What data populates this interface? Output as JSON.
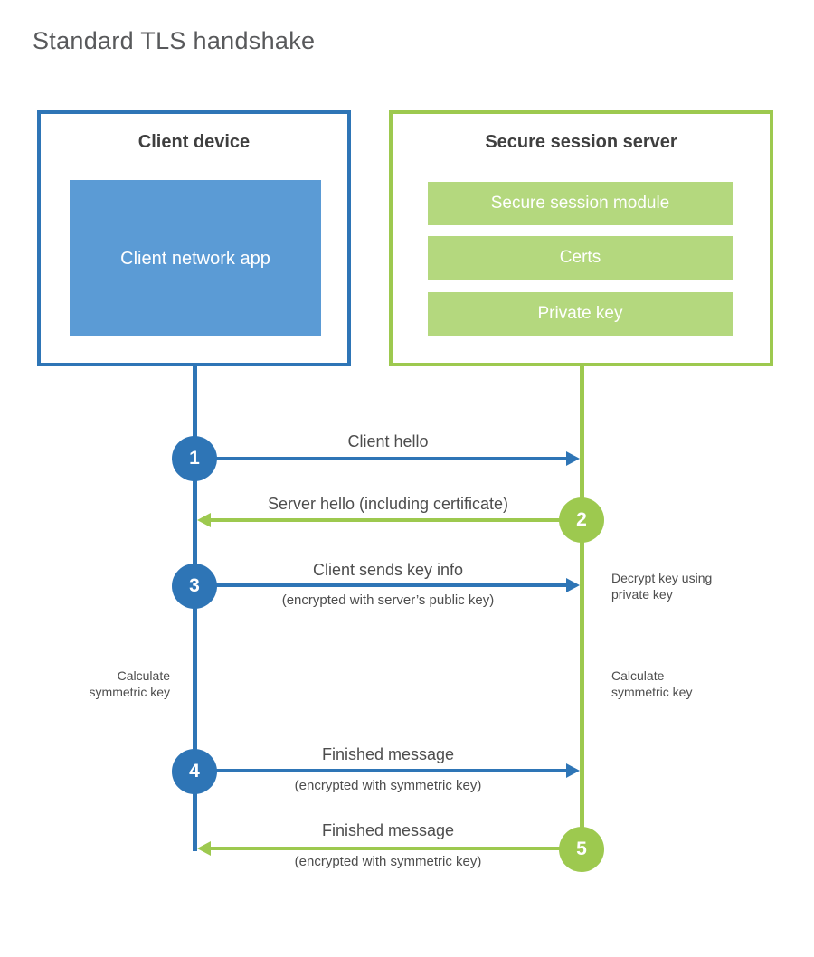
{
  "title": "Standard TLS handshake",
  "colors": {
    "blue": "#2E75B6",
    "blue_fill": "#5B9BD5",
    "green": "#9DC94F",
    "green_fill": "#B4D87E",
    "heading": "#3F3F3F",
    "text": "#4D4D4D",
    "title": "#58595B"
  },
  "client": {
    "heading": "Client device",
    "app_label": "Client network app"
  },
  "server": {
    "heading": "Secure session server",
    "modules": [
      "Secure session module",
      "Certs",
      "Private key"
    ]
  },
  "steps": [
    {
      "number": "1",
      "label": "Client hello",
      "sublabel": "",
      "from": "client",
      "to": "server"
    },
    {
      "number": "2",
      "label": "Server hello (including certificate)",
      "sublabel": "",
      "from": "server",
      "to": "client"
    },
    {
      "number": "3",
      "label": "Client sends key info",
      "sublabel": "(encrypted with server’s public key)",
      "from": "client",
      "to": "server"
    },
    {
      "number": "4",
      "label": "Finished message",
      "sublabel": "(encrypted with symmetric key)",
      "from": "client",
      "to": "server"
    },
    {
      "number": "5",
      "label": "Finished message",
      "sublabel": "(encrypted with symmetric key)",
      "from": "server",
      "to": "client"
    }
  ],
  "annotations": {
    "decrypt_note": "Decrypt key using private key",
    "client_calc_note": "Calculate symmetric key",
    "server_calc_note": "Calculate symmetric key"
  }
}
